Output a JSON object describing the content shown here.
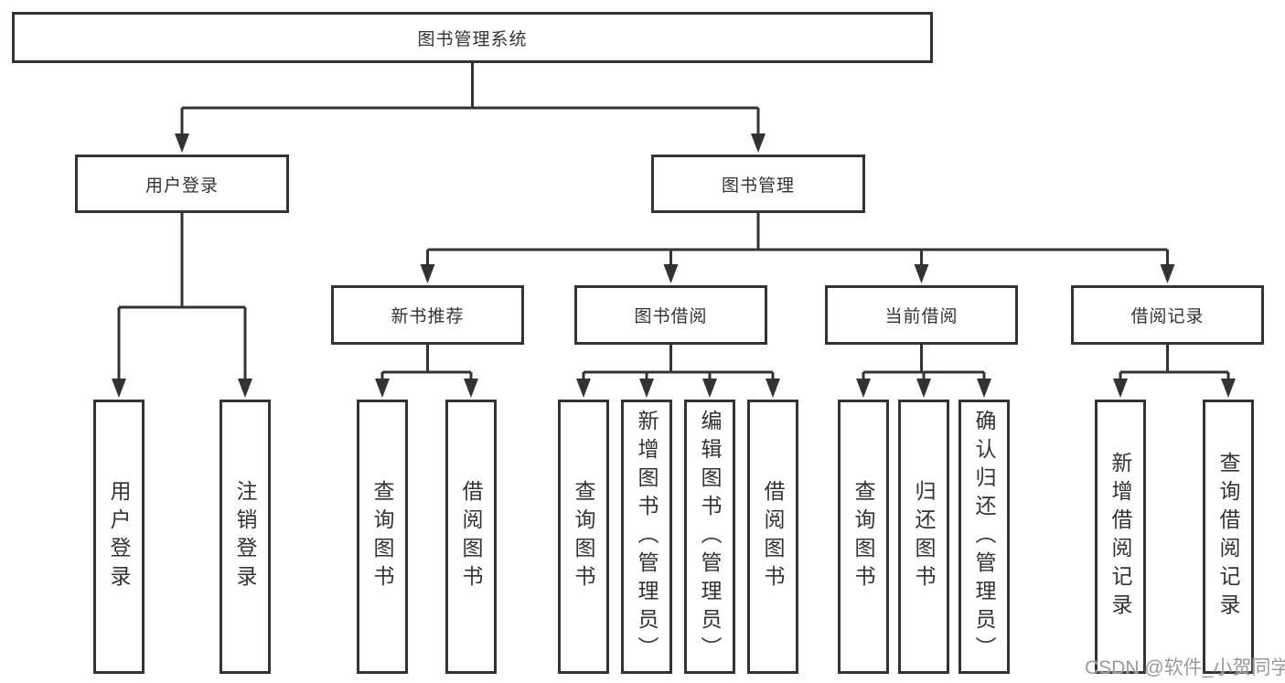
{
  "root": {
    "label": "图书管理系统"
  },
  "branches": {
    "user_login": {
      "label": "用户登录",
      "children": [
        {
          "label": "用户登录"
        },
        {
          "label": "注销登录"
        }
      ]
    },
    "book_management": {
      "label": "图书管理",
      "children": [
        {
          "label": "新书推荐",
          "children": [
            {
              "label": "查询图书"
            },
            {
              "label": "借阅图书"
            }
          ]
        },
        {
          "label": "图书借阅",
          "children": [
            {
              "label": "查询图书"
            },
            {
              "label": "新增图书（管理员）"
            },
            {
              "label": "编辑图书（管理员）"
            },
            {
              "label": "借阅图书"
            }
          ]
        },
        {
          "label": "当前借阅",
          "children": [
            {
              "label": "查询图书"
            },
            {
              "label": "归还图书"
            },
            {
              "label": "确认归还（管理员）"
            }
          ]
        },
        {
          "label": "借阅记录",
          "children": [
            {
              "label": "新增借阅记录"
            },
            {
              "label": "查询借阅记录"
            }
          ]
        }
      ]
    }
  },
  "watermark": "CSDN @软件_小贺同学",
  "colors": {
    "line": "#333333",
    "text": "#333333",
    "watermark": "#9b9b9b",
    "background": "#ffffff"
  }
}
